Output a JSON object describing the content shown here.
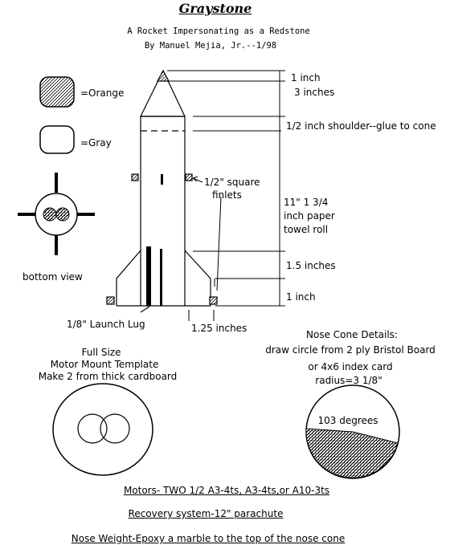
{
  "header": {
    "title": "Graystone",
    "subtitle": "A Rocket Impersonating as a Redstone",
    "byline": "By Manuel Mejia, Jr.--1/98"
  },
  "legend": {
    "orange": "=Orange",
    "gray": "=Gray"
  },
  "bottom_view_label": "bottom view",
  "dimensions": {
    "nose_tip": "1 inch",
    "nose_length": "3 inches",
    "shoulder": "1/2 inch shoulder--glue to cone",
    "finlets_1": "1/2\" square",
    "finlets_2": "finlets",
    "body_1": "11\" 1 3/4",
    "body_2": "inch paper",
    "body_3": "towel roll",
    "fin_upper": "1.5 inches",
    "fin_lower": "1 inch",
    "fin_width": "1.25 inches",
    "launch_lug": "1/8\" Launch Lug"
  },
  "motor_mount": {
    "line1": "Full Size",
    "line2": "Motor Mount Template",
    "line3": "Make 2 from thick cardboard"
  },
  "nose_cone": {
    "line1": "Nose Cone Details:",
    "line2": "draw circle from 2 ply Bristol Board",
    "line3": "or 4x6 index card",
    "line4": "radius=3 1/8\"",
    "angle": "103 degrees"
  },
  "footer": {
    "motors": "Motors- TWO 1/2 A3-4ts, A3-4ts,or A10-3ts",
    "recovery": "Recovery system-12\" parachute",
    "nose_weight": "Nose Weight-Epoxy a marble to the top of the nose cone"
  },
  "colors": {
    "ink": "#000000",
    "background": "#ffffff"
  }
}
